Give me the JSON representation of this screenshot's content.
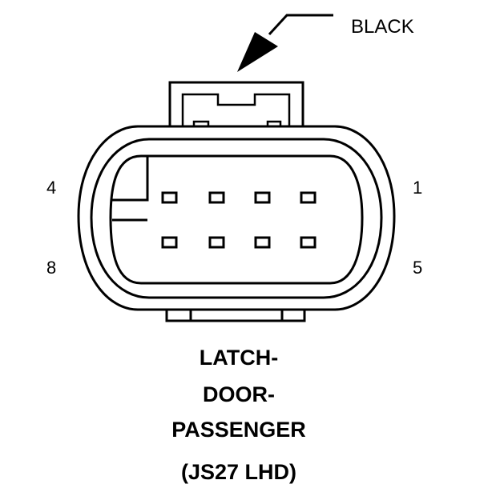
{
  "callout": {
    "label": "BLACK"
  },
  "pin_numbers": {
    "top_left": "4",
    "top_right": "1",
    "bottom_left": "8",
    "bottom_right": "5"
  },
  "caption": {
    "line1": "LATCH-",
    "line2": "DOOR-",
    "line3": "PASSENGER",
    "line4": "(JS27 LHD)"
  },
  "connector": {
    "color": "black",
    "cavity_rows": 2,
    "cavities_per_row": 4
  }
}
